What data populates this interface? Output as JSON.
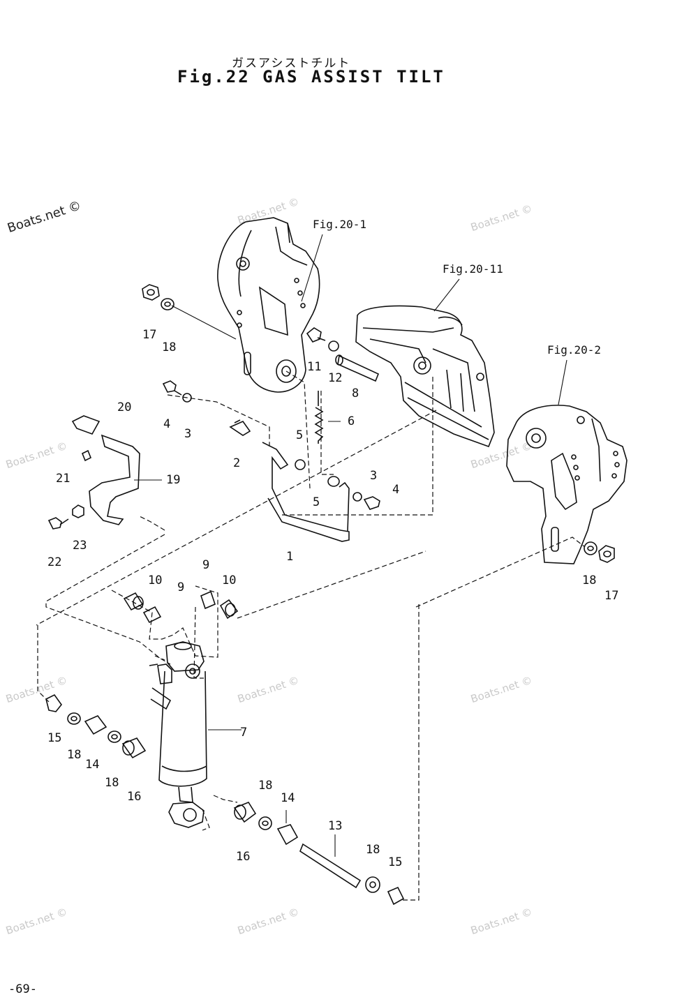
{
  "title": {
    "japanese": "ガスアシストチルト",
    "english": "Fig.22 GAS ASSIST TILT"
  },
  "watermark": "Boats.net ©",
  "figure_refs": {
    "fig_20_1": "Fig.20-1",
    "fig_20_11": "Fig.20-11",
    "fig_20_2": "Fig.20-2"
  },
  "callouts": {
    "c1": "1",
    "c2": "2",
    "c3a": "3",
    "c3b": "3",
    "c4a": "4",
    "c4b": "4",
    "c5a": "5",
    "c5b": "5",
    "c6": "6",
    "c7": "7",
    "c8": "8",
    "c9a": "9",
    "c9b": "9",
    "c10a": "10",
    "c10b": "10",
    "c11": "11",
    "c12": "12",
    "c13": "13",
    "c14a": "14",
    "c14b": "14",
    "c15a": "15",
    "c15b": "15",
    "c16a": "16",
    "c16b": "16",
    "c17a": "17",
    "c17b": "17",
    "c18a": "18",
    "c18b": "18",
    "c18c": "18",
    "c18d": "18",
    "c18e": "18",
    "c18f": "18",
    "c19": "19",
    "c20": "20",
    "c21": "21",
    "c22": "22",
    "c23": "23"
  },
  "page_number": "-69-"
}
